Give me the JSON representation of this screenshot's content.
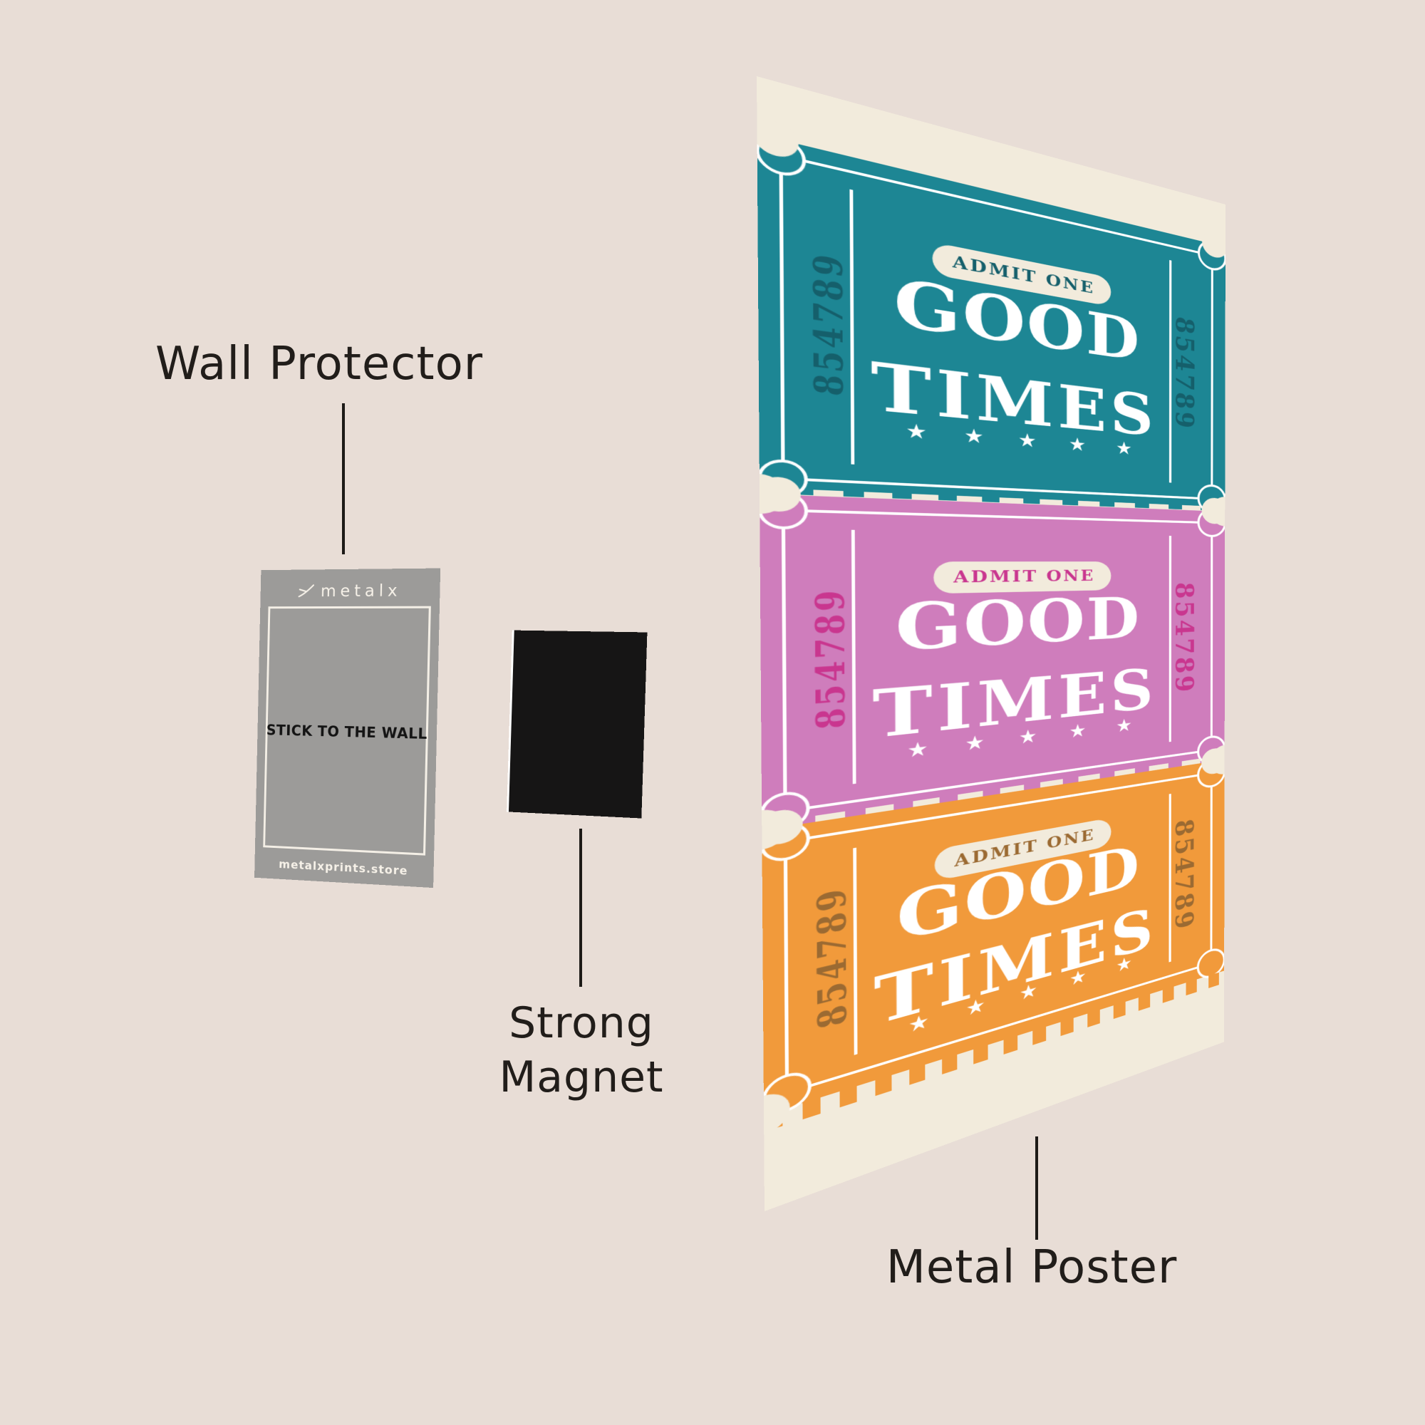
{
  "scene": {
    "background_color": "#e8ddd6",
    "label_text_color": "#211d1a"
  },
  "labels": {
    "wall_protector": "Wall Protector",
    "strong_magnet": "Strong Magnet",
    "metal_poster": "Metal Poster"
  },
  "wall_protector_card": {
    "brand": "metalx",
    "logo_icon": "metalx-mark",
    "center_text": "STICK TO THE WALL",
    "website": "metalxprints.store",
    "color": "#9c9b99"
  },
  "magnet": {
    "color": "#161515"
  },
  "poster": {
    "background_color": "#f2ebdc",
    "star_glyph": "★",
    "tickets": [
      {
        "name": "teal",
        "color": "#1d8694",
        "accent_color": "#155f6b",
        "admit_label": "ADMIT ONE",
        "title_line1": "GOOD",
        "title_line2": "TIMES",
        "serial": "854789",
        "stars": 5
      },
      {
        "name": "pink",
        "color": "#cf7dbc",
        "accent_color": "#c9368f",
        "admit_label": "ADMIT ONE",
        "title_line1": "GOOD",
        "title_line2": "TIMES",
        "serial": "854789",
        "stars": 5
      },
      {
        "name": "orange",
        "color": "#f19a3b",
        "accent_color": "#9b6a32",
        "admit_label": "ADMIT ONE",
        "title_line1": "GOOD",
        "title_line2": "TIMES",
        "serial": "854789",
        "stars": 5
      }
    ]
  }
}
